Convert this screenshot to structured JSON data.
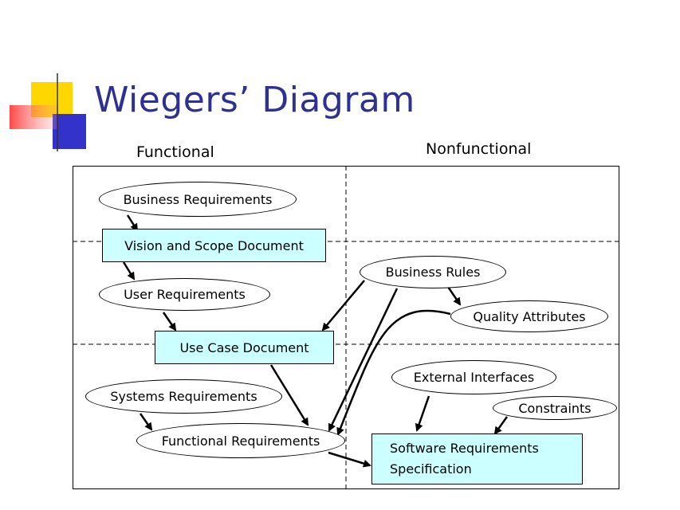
{
  "slide": {
    "title": "Wiegers’ Diagram"
  },
  "columns": {
    "functional": "Functional",
    "nonfunctional": "Nonfunctional"
  },
  "nodes": {
    "business_requirements": "Business Requirements",
    "vision_scope_document": "Vision and Scope Document",
    "user_requirements": "User Requirements",
    "use_case_document": "Use Case Document",
    "business_rules": "Business Rules",
    "quality_attributes": "Quality Attributes",
    "systems_requirements": "Systems Requirements",
    "functional_requirements": "Functional Requirements",
    "external_interfaces": "External Interfaces",
    "constraints": "Constraints",
    "srs_line1": "Software Requirements",
    "srs_line2": "Specification"
  },
  "colors": {
    "title": "#2E3192",
    "document_fill": "#CCFFFF",
    "deco_yellow": "#FFD700",
    "deco_red": "#FF5555",
    "deco_blue": "#3333CC"
  }
}
